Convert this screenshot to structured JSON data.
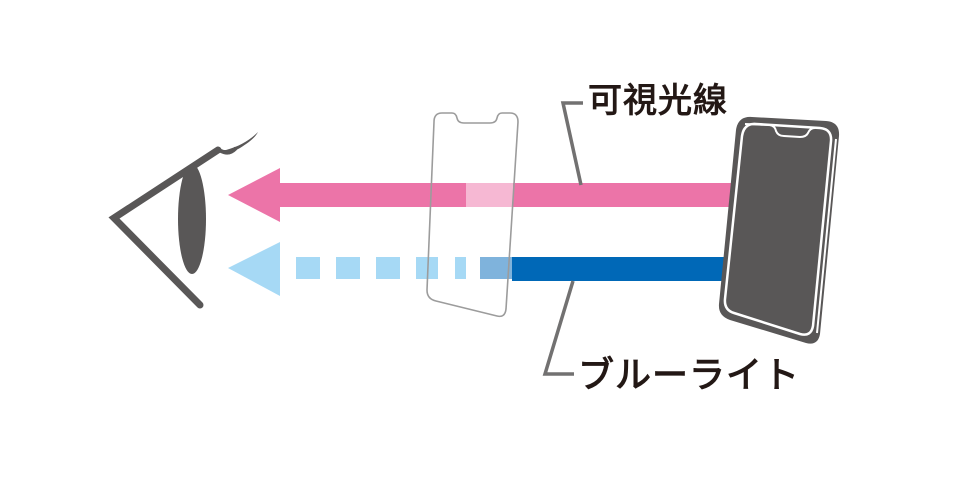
{
  "labels": {
    "visible_light": "可視光線",
    "blue_light": "ブルーライト"
  },
  "colors": {
    "visible_light_arrow": "#ec74a8",
    "visible_light_through_film": "#f6b8d3",
    "blue_light_source": "#0068b7",
    "blue_light_through_film": "#7fb3dc",
    "blue_light_dashed": "#a6d9f5",
    "eye": "#595757",
    "phone_body": "#595757",
    "film_outline": "#9c9c9c",
    "leader_line": "#727171",
    "text": "#231815"
  },
  "elements": {
    "eye_icon": "eye",
    "film_icon": "screen-protector-film",
    "phone_icon": "smartphone"
  }
}
